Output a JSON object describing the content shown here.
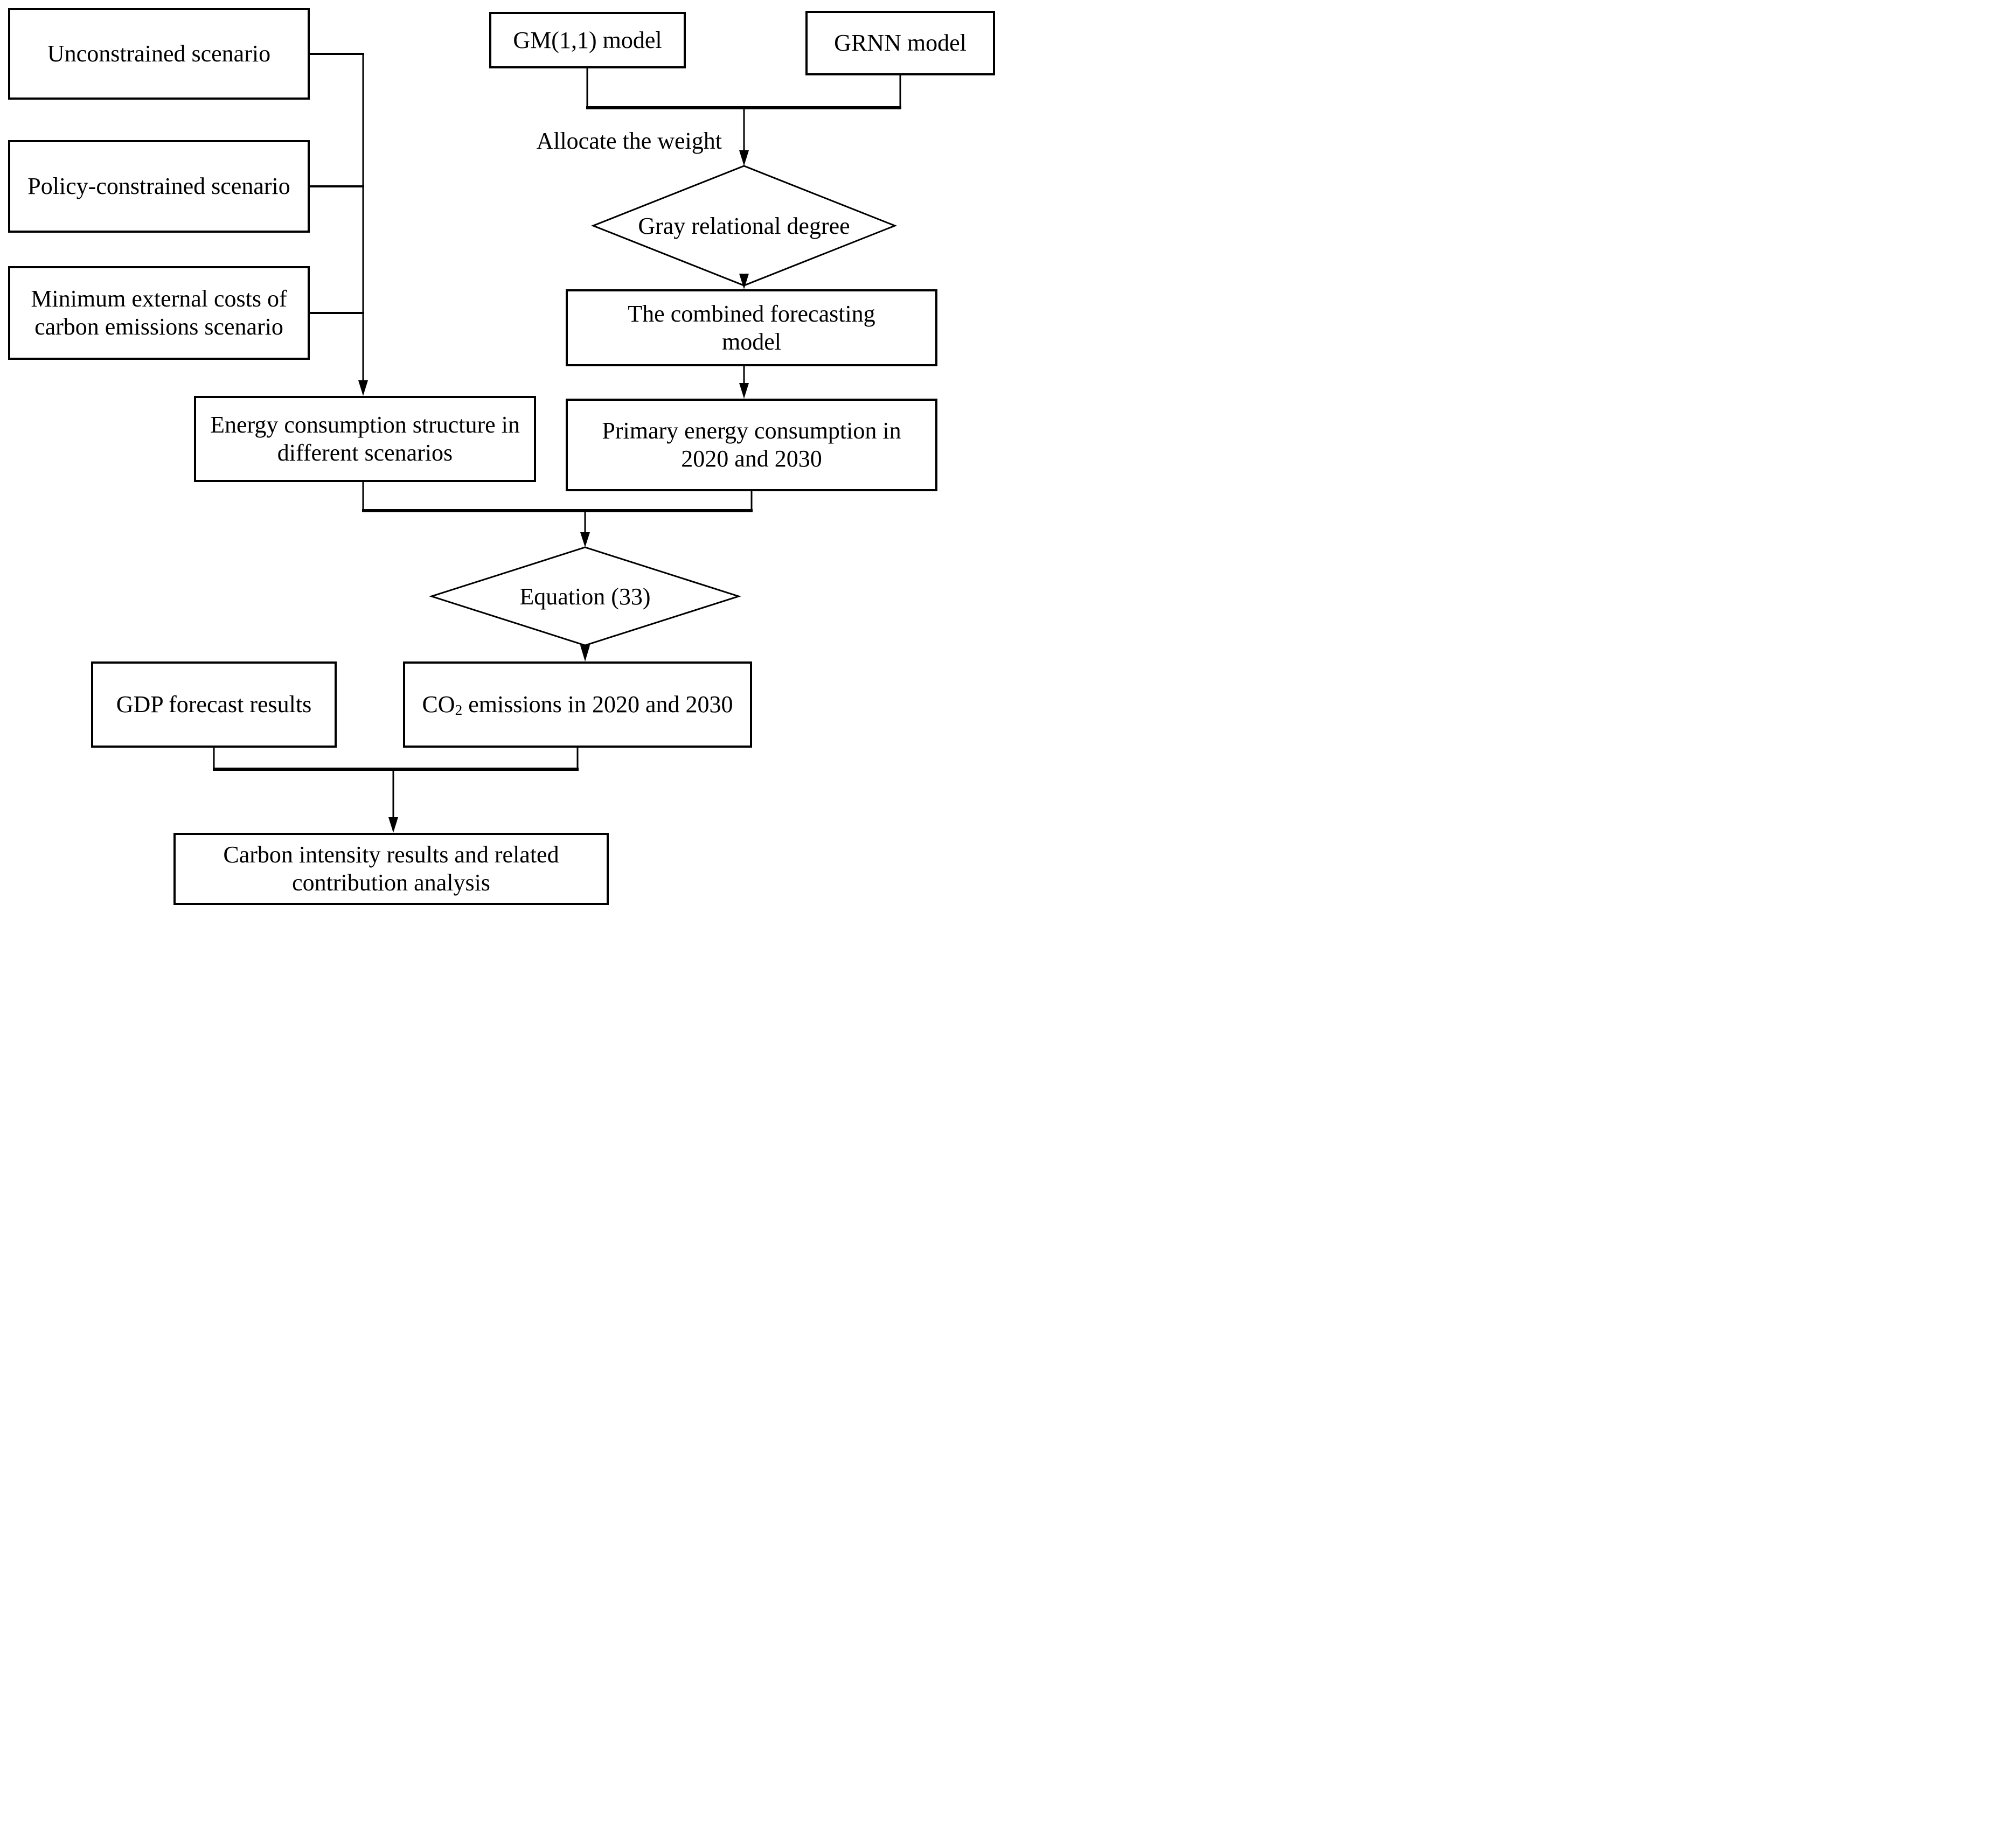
{
  "figure": {
    "background_color": "#ffffff",
    "line_color": "#000000",
    "box_fill_color": "#ffffff",
    "boxes": {
      "unconstrained": "Unconstrained scenario",
      "policy": "Policy-constrained scenario",
      "minimum_lines": [
        "Minimum external costs of",
        "carbon emissions scenario"
      ],
      "gm": "GM(1,1) model",
      "grnn": "GRNN model",
      "combined_lines": [
        "The combined forecasting",
        "model"
      ],
      "energy_lines": [
        "Energy consumption structure in",
        "different scenarios"
      ],
      "primary_lines": [
        "Primary energy consumption in",
        "2020 and 2030"
      ],
      "gdp": "GDP forecast results",
      "co2": {
        "prefix": "CO",
        "sub": "2",
        "suffix": " emissions in 2020 and 2030"
      },
      "carbon_lines": [
        "Carbon intensity results and related",
        "contribution analysis"
      ]
    },
    "diamonds": {
      "gray": "Gray relational degree",
      "equation": "Equation (33)"
    },
    "labels": {
      "allocate_weight": "Allocate the weight"
    }
  }
}
